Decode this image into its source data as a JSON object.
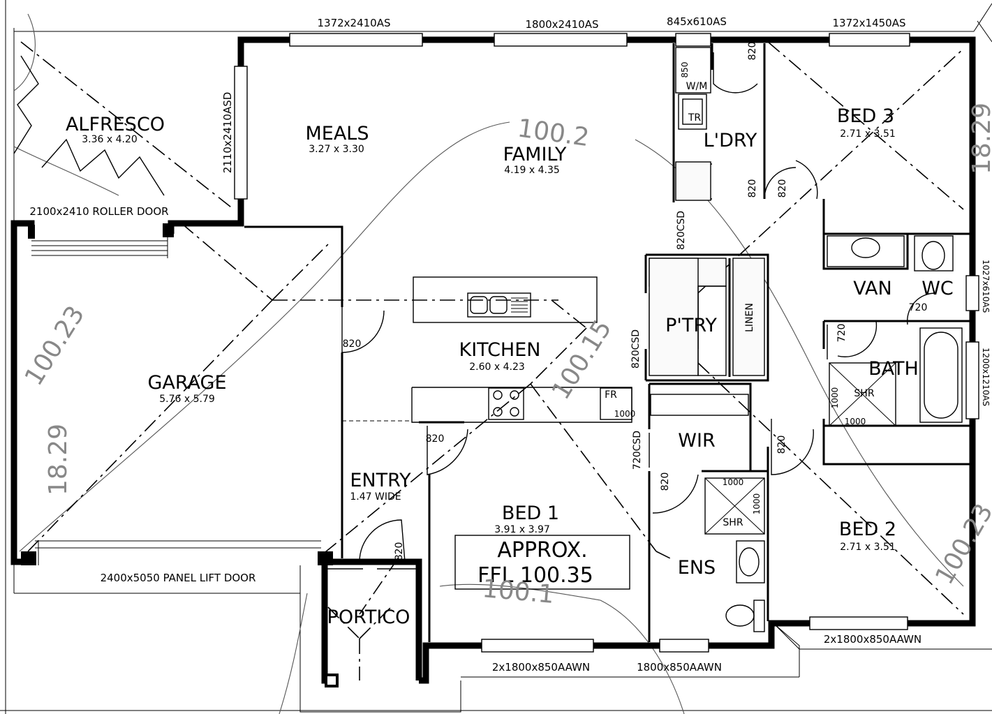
{
  "rooms": {
    "alfresco": {
      "name": "ALFRESCO",
      "size": "3.36 x 4.20"
    },
    "meals": {
      "name": "MEALS",
      "size": "3.27 x 3.30"
    },
    "family": {
      "name": "FAMILY",
      "size": "4.19 x 4.35"
    },
    "laundry": {
      "name": "L'DRY"
    },
    "bed3": {
      "name": "BED 3",
      "size": "2.71 x 3.51"
    },
    "garage": {
      "name": "GARAGE",
      "size": "5.76 x 5.79"
    },
    "kitchen": {
      "name": "KITCHEN",
      "size": "2.60 x 4.23"
    },
    "pantry": {
      "name": "P'TRY"
    },
    "linen": {
      "name": "LINEN"
    },
    "van": {
      "name": "VAN"
    },
    "wc": {
      "name": "WC"
    },
    "bath": {
      "name": "BATH"
    },
    "wir": {
      "name": "WIR"
    },
    "entry": {
      "name": "ENTRY",
      "size": "1.47 WIDE"
    },
    "bed1": {
      "name": "BED 1",
      "size": "3.91 x 3.97"
    },
    "ens": {
      "name": "ENS"
    },
    "bed2": {
      "name": "BED 2",
      "size": "2.71 x 3.51"
    },
    "portico": {
      "name": "PORTICO"
    }
  },
  "openings": {
    "w_top1": "1372x2410AS",
    "w_top2": "1800x2410AS",
    "w_top3": "845x610AS",
    "w_top4": "1372x1450AS",
    "w_meals_side": "2110x2410ASD",
    "roller_door": "2100x2410 ROLLER DOOR",
    "panel_lift_door": "2400x5050 PANEL LIFT DOOR",
    "w_bed1_front": "2x1800x850AAWN",
    "w_ens_front": "1800x850AAWN",
    "w_bed2_front": "2x1800x850AAWN",
    "w_wc": "1027x610AS",
    "w_bath": "1200x1210AS"
  },
  "doors": {
    "laundry": "820",
    "laundry_inner": "820",
    "bed3": "820",
    "family_csd": "820CSD",
    "garage": "820",
    "pantry_csd": "820CSD",
    "kitchen_entry": "820",
    "wir_csd": "720CSD",
    "ens": "820",
    "bed2": "820",
    "portico": "820",
    "van": "720",
    "bath": "720"
  },
  "fixtures": {
    "wm": "W/M",
    "wm_width": "850",
    "trough": "TR",
    "fridge": "FR",
    "fridge_width": "1000",
    "shower": "SHR",
    "shower_w": "1000",
    "shower_h": "1000",
    "ens_shower": "SHR",
    "ens_shower_w": "1000",
    "ens_shower_h": "1000"
  },
  "ffl": {
    "line1": "APPROX.",
    "line2": "FFL 100.35"
  },
  "levels": {
    "l1": "100.2",
    "l2": "100.15",
    "l3": "100.23",
    "l4": "18.29",
    "l5": "100.1",
    "l6": "100.23",
    "l7": "18.29"
  }
}
